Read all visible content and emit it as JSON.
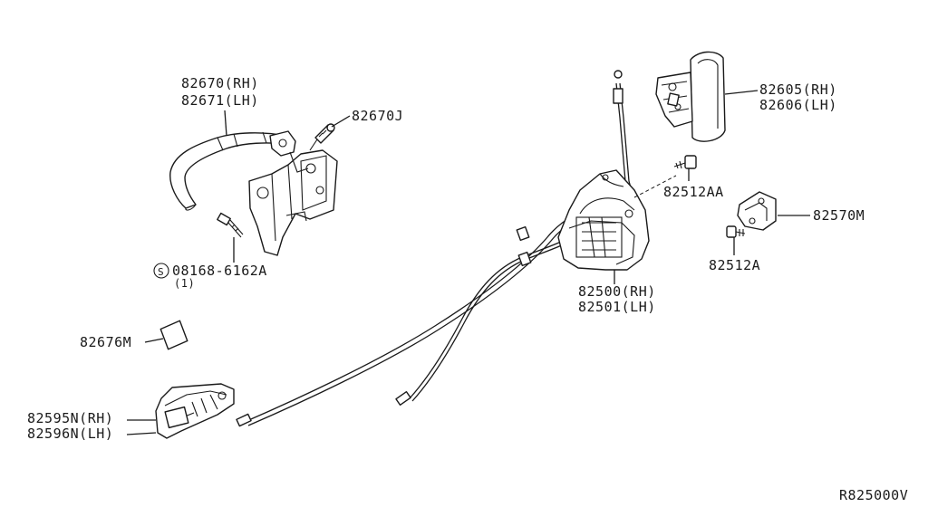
{
  "diagram_id": "R825000V",
  "labels": {
    "inside_handle_bracket_rh": "82670(RH)",
    "inside_handle_bracket_lh": "82671(LH)",
    "screw_82670j": "82670J",
    "bolt_code": "08168-6162A",
    "bolt_qty": "(1)",
    "escutcheon": "82676M",
    "inside_handle_rh": "82595N(RH)",
    "inside_handle_lh": "82596N(LH)",
    "door_lock_rh": "82500(RH)",
    "door_lock_lh": "82501(LH)",
    "outside_handle_rh": "82605(RH)",
    "outside_handle_lh": "82606(LH)",
    "screw_82512aa": "82512AA",
    "striker": "82570M",
    "screw_82512a": "82512A"
  },
  "symbol_s": "S"
}
